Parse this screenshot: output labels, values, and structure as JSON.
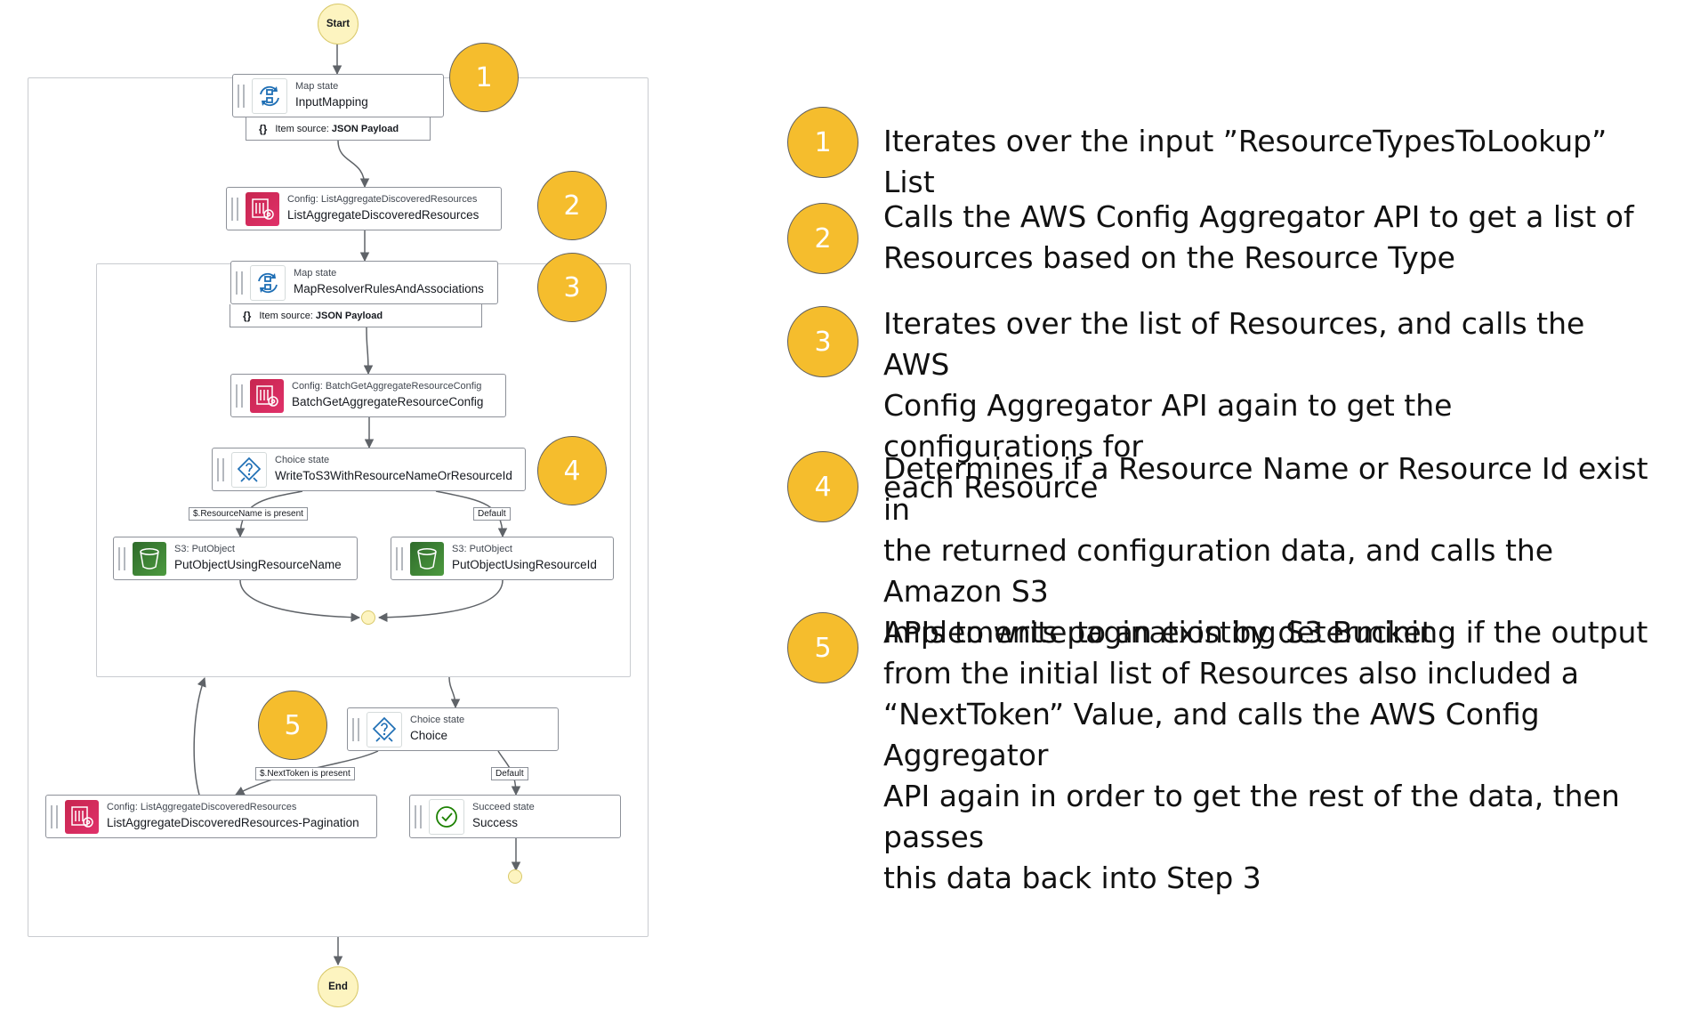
{
  "diagram": {
    "start_label": "Start",
    "end_label": "End",
    "nodes": {
      "input_mapping": {
        "type": "Map state",
        "name": "InputMapping",
        "source_prefix": "Item source:",
        "source_value": "JSON Payload"
      },
      "list_resources": {
        "type": "Config: ListAggregateDiscoveredResources",
        "name": "ListAggregateDiscoveredResources"
      },
      "map_resolver": {
        "type": "Map state",
        "name": "MapResolverRulesAndAssociations",
        "source_prefix": "Item source:",
        "source_value": "JSON Payload"
      },
      "batch_get": {
        "type": "Config: BatchGetAggregateResourceConfig",
        "name": "BatchGetAggregateResourceConfig"
      },
      "choice_write": {
        "type": "Choice state",
        "name": "WriteToS3WithResourceNameOrResourceId"
      },
      "put_by_name": {
        "type": "S3: PutObject",
        "name": "PutObjectUsingResourceName"
      },
      "put_by_id": {
        "type": "S3: PutObject",
        "name": "PutObjectUsingResourceId"
      },
      "choice": {
        "type": "Choice state",
        "name": "Choice"
      },
      "pagination": {
        "type": "Config: ListAggregateDiscoveredResources",
        "name": "ListAggregateDiscoveredResources-Pagination"
      },
      "success": {
        "type": "Succeed state",
        "name": "Success"
      }
    },
    "edge_labels": {
      "resource_name_present": "$.ResourceName is present",
      "default_1": "Default",
      "next_token_present": "$.NextToken is present",
      "default_2": "Default"
    },
    "step_badges": [
      "1",
      "2",
      "3",
      "4",
      "5"
    ]
  },
  "legend": [
    {
      "number": "1",
      "text": "Iterates over the input ”ResourceTypesToLookup” List"
    },
    {
      "number": "2",
      "text": "Calls the AWS Config Aggregator API to get a list of\nResources based on the Resource Type"
    },
    {
      "number": "3",
      "text": "Iterates over the list of Resources, and calls the AWS\nConfig Aggregator API again to get the configurations for\neach Resource"
    },
    {
      "number": "4",
      "text": "Determines if a Resource Name or Resource Id exist in\nthe returned configuration data, and calls the Amazon S3\nAPIs to write to an existing S3 Bucket"
    },
    {
      "number": "5",
      "text": "Implements pagination by determining if the output\nfrom the initial list of Resources also included a\n“NextToken” Value, and calls the AWS Config Aggregator\nAPI again in order to get the rest of the data, then passes\nthis data back into Step 3"
    }
  ],
  "colors": {
    "badge": "#f5bd2d",
    "config_icon": "#d12d5e",
    "s3_icon": "#3f8a36",
    "terminal": "#fdf4c0"
  },
  "icons": {
    "map": "map-state-icon",
    "config": "config-icon",
    "s3": "s3-bucket-icon",
    "choice": "choice-icon",
    "success": "check-circle-icon"
  }
}
